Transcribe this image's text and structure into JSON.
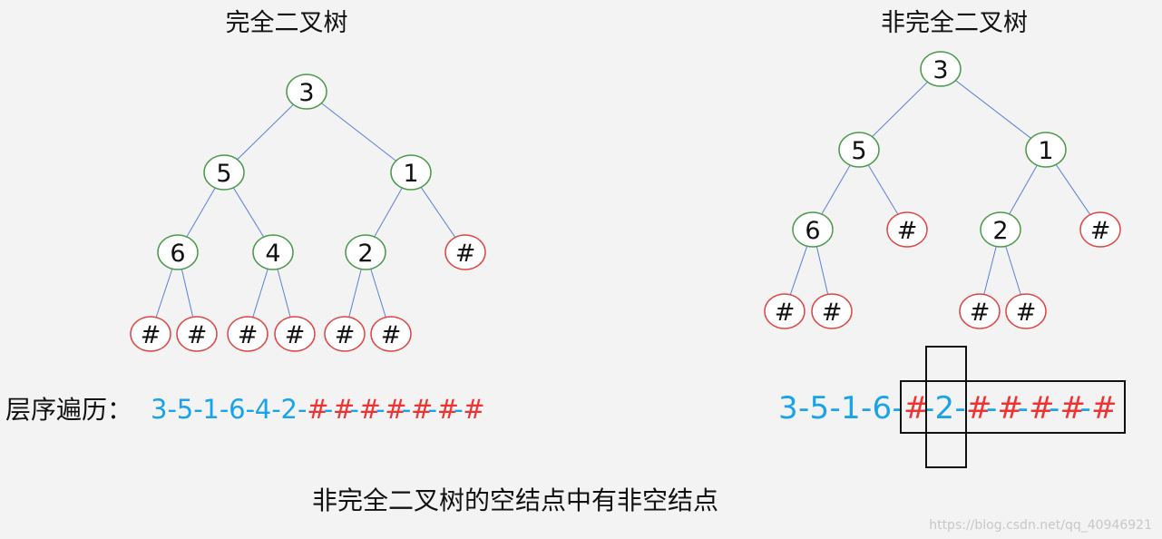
{
  "left_tree": {
    "title": "完全二叉树",
    "nodes": [
      {
        "id": "r",
        "label": "3",
        "type": "value"
      },
      {
        "id": "a",
        "label": "5",
        "type": "value",
        "parent": "r"
      },
      {
        "id": "b",
        "label": "1",
        "type": "value",
        "parent": "r"
      },
      {
        "id": "c",
        "label": "6",
        "type": "value",
        "parent": "a"
      },
      {
        "id": "d",
        "label": "4",
        "type": "value",
        "parent": "a"
      },
      {
        "id": "e",
        "label": "2",
        "type": "value",
        "parent": "b"
      },
      {
        "id": "f",
        "label": "#",
        "type": "null",
        "parent": "b"
      },
      {
        "id": "g",
        "label": "#",
        "type": "null",
        "parent": "c"
      },
      {
        "id": "h",
        "label": "#",
        "type": "null",
        "parent": "c"
      },
      {
        "id": "i",
        "label": "#",
        "type": "null",
        "parent": "d"
      },
      {
        "id": "j",
        "label": "#",
        "type": "null",
        "parent": "d"
      },
      {
        "id": "k",
        "label": "#",
        "type": "null",
        "parent": "e"
      },
      {
        "id": "l",
        "label": "#",
        "type": "null",
        "parent": "e"
      }
    ]
  },
  "right_tree": {
    "title": "非完全二叉树",
    "nodes": [
      {
        "id": "r",
        "label": "3",
        "type": "value"
      },
      {
        "id": "a",
        "label": "5",
        "type": "value",
        "parent": "r"
      },
      {
        "id": "b",
        "label": "1",
        "type": "value",
        "parent": "r"
      },
      {
        "id": "c",
        "label": "6",
        "type": "value",
        "parent": "a"
      },
      {
        "id": "d",
        "label": "#",
        "type": "null",
        "parent": "a"
      },
      {
        "id": "e",
        "label": "2",
        "type": "value",
        "parent": "b"
      },
      {
        "id": "f",
        "label": "#",
        "type": "null",
        "parent": "b"
      },
      {
        "id": "g",
        "label": "#",
        "type": "null",
        "parent": "c"
      },
      {
        "id": "h",
        "label": "#",
        "type": "null",
        "parent": "c"
      },
      {
        "id": "i",
        "label": "#",
        "type": "null",
        "parent": "e"
      },
      {
        "id": "j",
        "label": "#",
        "type": "null",
        "parent": "e"
      }
    ]
  },
  "traversal": {
    "label": "层序遍历：",
    "left_sequence": [
      "3",
      "5",
      "1",
      "6",
      "4",
      "2",
      "#",
      "#",
      "#",
      "#",
      "#",
      "#",
      "#"
    ],
    "right_sequence": [
      "3",
      "5",
      "1",
      "6",
      "#",
      "2",
      "#",
      "#",
      "#",
      "#",
      "#"
    ]
  },
  "caption": "非完全二叉树的空结点中有非空结点",
  "watermark": "https://blog.csdn.net/qq_40946921",
  "colors": {
    "value_border": "#4a9a4a",
    "null_border": "#e04545",
    "edge": "#5b7fd6",
    "value_seq": "#1aa3e8",
    "null_seq": "#ee3333"
  }
}
